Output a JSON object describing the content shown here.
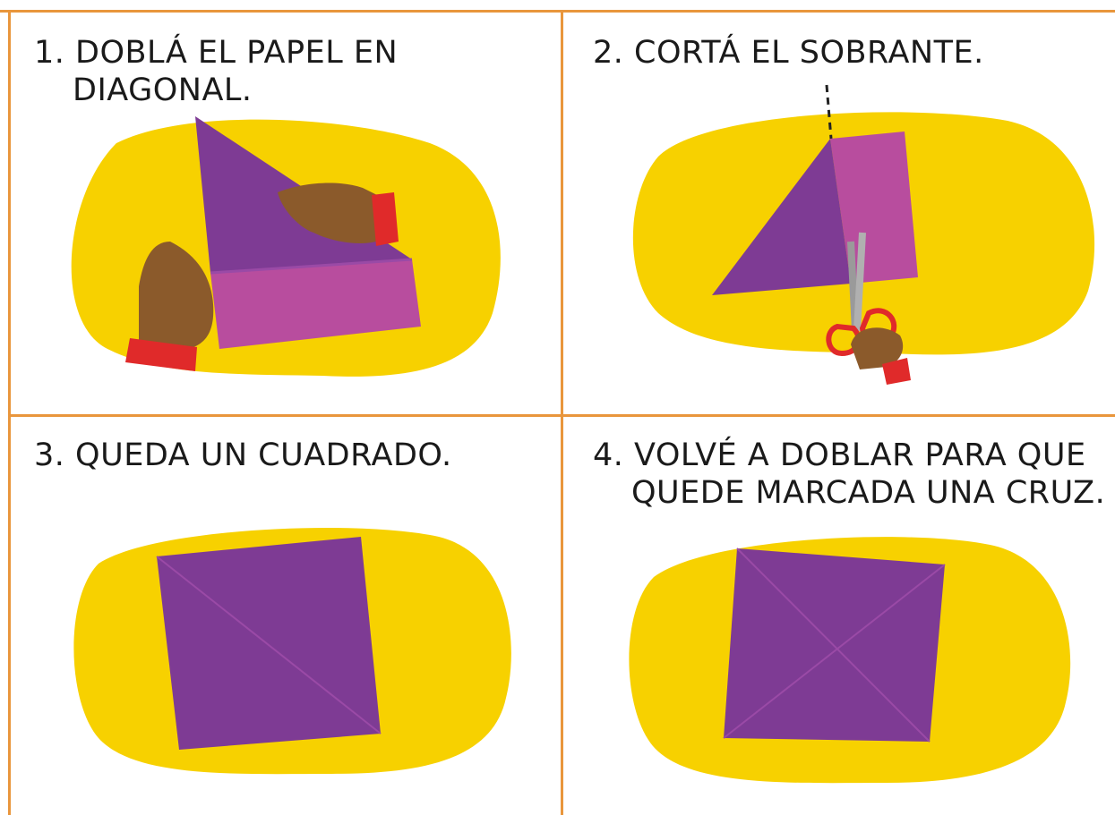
{
  "steps": [
    {
      "number": "1.",
      "line1": "DOBLÁ EL PAPEL EN",
      "line2": "DIAGONAL."
    },
    {
      "number": "2.",
      "line1": "CORTÁ EL SOBRANTE.",
      "line2": ""
    },
    {
      "number": "3.",
      "line1": "QUEDA UN CUADRADO.",
      "line2": ""
    },
    {
      "number": "4.",
      "line1": "VOLVÉ A DOBLAR PARA QUE",
      "line2": "QUEDE MARCADA UNA CRUZ."
    }
  ],
  "colors": {
    "border": "#e9963c",
    "blob": "#f7d100",
    "paper_purple": "#7e3b94",
    "paper_pink": "#b84d9e",
    "hand": "#8b5a2b",
    "cuff": "#e02a2a"
  }
}
